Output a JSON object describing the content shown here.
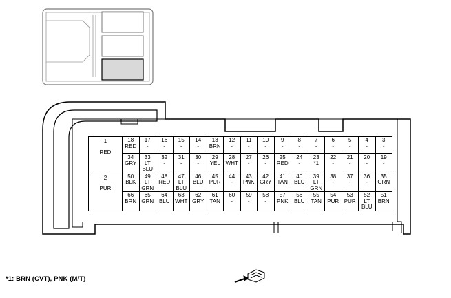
{
  "left_block": {
    "pins": [
      "1",
      "2"
    ],
    "colors": [
      "RED",
      "PUR"
    ]
  },
  "rows": [
    [
      {
        "pin": "18",
        "color": [
          "RED"
        ]
      },
      {
        "pin": "17",
        "color": [
          "-"
        ]
      },
      {
        "pin": "16",
        "color": [
          "-"
        ]
      },
      {
        "pin": "15",
        "color": [
          "-"
        ]
      },
      {
        "pin": "14",
        "color": [
          "-"
        ]
      },
      {
        "pin": "13",
        "color": [
          "BRN"
        ]
      },
      {
        "pin": "12",
        "color": [
          "-"
        ]
      },
      {
        "pin": "11",
        "color": [
          "-"
        ]
      },
      {
        "pin": "10",
        "color": [
          "-"
        ]
      },
      {
        "pin": "9",
        "color": [
          "-"
        ]
      },
      {
        "pin": "8",
        "color": [
          "-"
        ]
      },
      {
        "pin": "7",
        "color": [
          "-"
        ]
      },
      {
        "pin": "6",
        "color": [
          "-"
        ]
      },
      {
        "pin": "5",
        "color": [
          "-"
        ]
      },
      {
        "pin": "4",
        "color": [
          "-"
        ]
      },
      {
        "pin": "3",
        "color": [
          "-"
        ]
      }
    ],
    [
      {
        "pin": "34",
        "color": [
          "GRY"
        ]
      },
      {
        "pin": "33",
        "color": [
          "LT",
          "BLU"
        ]
      },
      {
        "pin": "32",
        "color": [
          "-"
        ]
      },
      {
        "pin": "31",
        "color": [
          "-"
        ]
      },
      {
        "pin": "30",
        "color": [
          "-"
        ]
      },
      {
        "pin": "29",
        "color": [
          "YEL"
        ]
      },
      {
        "pin": "28",
        "color": [
          "WHT"
        ]
      },
      {
        "pin": "27",
        "color": [
          "-"
        ]
      },
      {
        "pin": "26",
        "color": [
          "-"
        ]
      },
      {
        "pin": "25",
        "color": [
          "RED"
        ]
      },
      {
        "pin": "24",
        "color": [
          "-"
        ]
      },
      {
        "pin": "23",
        "color": [
          "*1"
        ]
      },
      {
        "pin": "22",
        "color": [
          "-"
        ]
      },
      {
        "pin": "21",
        "color": [
          "-"
        ]
      },
      {
        "pin": "20",
        "color": [
          "-"
        ]
      },
      {
        "pin": "19",
        "color": [
          "-"
        ]
      }
    ],
    [
      {
        "pin": "50",
        "color": [
          "BLK"
        ]
      },
      {
        "pin": "49",
        "color": [
          "LT",
          "GRN"
        ]
      },
      {
        "pin": "48",
        "color": [
          "RED"
        ]
      },
      {
        "pin": "47",
        "color": [
          "LT",
          "BLU"
        ]
      },
      {
        "pin": "46",
        "color": [
          "BLU"
        ]
      },
      {
        "pin": "45",
        "color": [
          "PUR"
        ]
      },
      {
        "pin": "44",
        "color": [
          "-"
        ]
      },
      {
        "pin": "43",
        "color": [
          "PNK"
        ]
      },
      {
        "pin": "42",
        "color": [
          "GRY"
        ]
      },
      {
        "pin": "41",
        "color": [
          "TAN"
        ]
      },
      {
        "pin": "40",
        "color": [
          "BLU"
        ]
      },
      {
        "pin": "39",
        "color": [
          "LT",
          "GRN"
        ]
      },
      {
        "pin": "38",
        "color": [
          "-"
        ]
      },
      {
        "pin": "37",
        "color": [
          "-"
        ]
      },
      {
        "pin": "36",
        "color": [
          "-"
        ]
      },
      {
        "pin": "35",
        "color": [
          "GRN"
        ]
      }
    ],
    [
      {
        "pin": "66",
        "color": [
          "BRN"
        ]
      },
      {
        "pin": "65",
        "color": [
          "GRN"
        ]
      },
      {
        "pin": "64",
        "color": [
          "BLU"
        ]
      },
      {
        "pin": "63",
        "color": [
          "WHT"
        ]
      },
      {
        "pin": "62",
        "color": [
          "GRY"
        ]
      },
      {
        "pin": "61",
        "color": [
          "TAN"
        ]
      },
      {
        "pin": "60",
        "color": [
          "-"
        ]
      },
      {
        "pin": "59",
        "color": [
          "-"
        ]
      },
      {
        "pin": "58",
        "color": [
          "-"
        ]
      },
      {
        "pin": "57",
        "color": [
          "PNK"
        ]
      },
      {
        "pin": "56",
        "color": [
          "BLU"
        ]
      },
      {
        "pin": "55",
        "color": [
          "TAN"
        ]
      },
      {
        "pin": "54",
        "color": [
          "PUR"
        ]
      },
      {
        "pin": "53",
        "color": [
          "PUR"
        ]
      },
      {
        "pin": "52",
        "color": [
          "LT",
          "BLU"
        ]
      },
      {
        "pin": "51",
        "color": [
          "BRN"
        ]
      }
    ]
  ],
  "footnote": "*1: BRN (CVT), PNK (M/T)",
  "icons": {
    "connector_view": "connector-front-view-icon"
  },
  "colors": {
    "highlight": "#d9d9d9",
    "line": "#000000",
    "outline": "#7a7a7a"
  }
}
